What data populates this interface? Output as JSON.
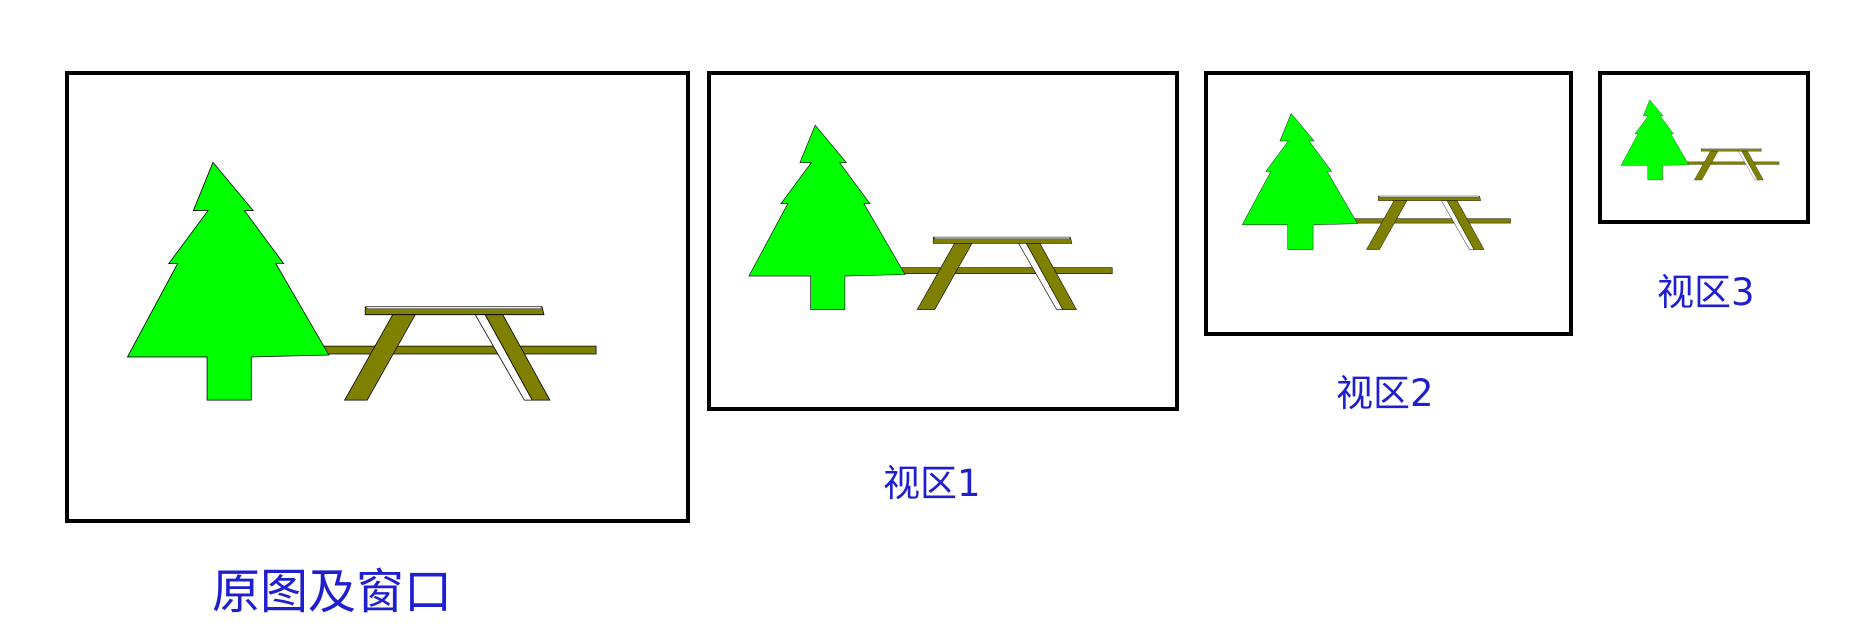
{
  "colors": {
    "caption": "#1f1fd0",
    "frame_border": "#000000",
    "tree_fill": "#00ff00",
    "table_fill": "#808000"
  },
  "panels": [
    {
      "id": "original",
      "caption": "原图及窗口"
    },
    {
      "id": "viewport-1",
      "caption": "视区1"
    },
    {
      "id": "viewport-2",
      "caption": "视区2"
    },
    {
      "id": "viewport-3",
      "caption": "视区3"
    }
  ]
}
